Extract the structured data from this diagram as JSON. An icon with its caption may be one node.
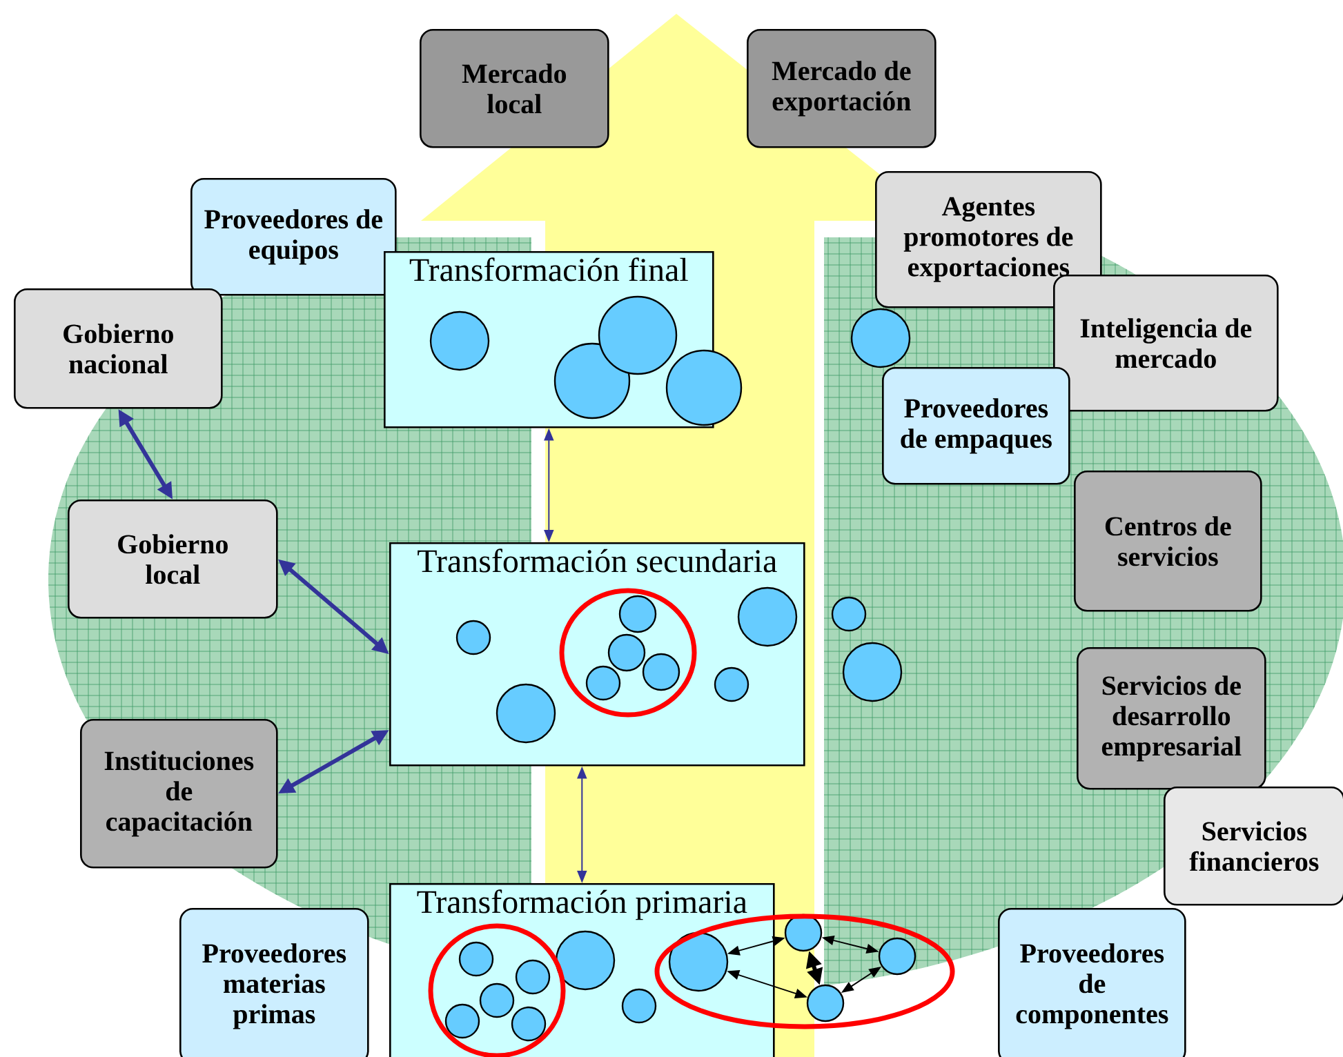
{
  "diagram": {
    "nodes": [
      {
        "text": [
          "Mercado local"
        ]
      },
      {
        "text": [
          "Mercado de exportación"
        ]
      },
      {
        "text": [
          "Proveedores de equipos"
        ]
      },
      {
        "text": [
          "Agentes promotores de exportaciones"
        ]
      },
      {
        "text": [
          "Gobierno nacional"
        ]
      },
      {
        "text": [
          "Transformación final"
        ]
      },
      {
        "text": [
          "Inteligencia de mercado"
        ]
      },
      {
        "text": [
          "Proveedores de empaques"
        ]
      },
      {
        "text": [
          "Gobierno local"
        ]
      },
      {
        "text": [
          "Centros de servicios"
        ]
      },
      {
        "text": [
          "Transformación secundaria"
        ]
      },
      {
        "text": [
          "Instituciones de capacitación"
        ]
      },
      {
        "text": [
          "Servicios de desarrollo empresarial"
        ]
      },
      {
        "text": [
          "Servicios financieros"
        ]
      },
      {
        "text": [
          "Transformación primaria"
        ]
      },
      {
        "text": [
          "Proveedores materias primas"
        ]
      },
      {
        "text": [
          "Proveedores de componentes"
        ]
      },
      {
        "text": [],
        "shape": "circle",
        "in": 14
      },
      {
        "text": [],
        "shape": "circle"
      },
      {
        "text": [],
        "shape": "circle"
      },
      {
        "text": [],
        "shape": "circle"
      },
      {
        "text": [],
        "shape": "circle",
        "in": 5
      },
      {
        "text": [],
        "shape": "circle",
        "in": 5
      },
      {
        "text": [],
        "shape": "circle",
        "in": 5
      },
      {
        "text": [],
        "shape": "circle"
      },
      {
        "text": [],
        "shape": "circle"
      },
      {
        "text": [],
        "shape": "circle",
        "in": 10
      },
      {
        "text": [],
        "shape": "circle",
        "in": 10
      },
      {
        "text": [],
        "shape": "circle",
        "in": 10
      },
      {
        "text": [],
        "shape": "circle",
        "in": 10
      },
      {
        "text": [],
        "shape": "circle",
        "in": 10
      },
      {
        "text": [],
        "shape": "circle",
        "in": 10
      },
      {
        "text": [],
        "shape": "circle",
        "in": 10
      },
      {
        "text": [],
        "shape": "circle",
        "in": 10
      },
      {
        "text": [],
        "shape": "circle"
      },
      {
        "text": [],
        "shape": "circle"
      },
      {
        "text": [],
        "shape": "circle",
        "in": 14
      },
      {
        "text": [],
        "shape": "circle",
        "in": 14
      },
      {
        "text": [],
        "shape": "circle",
        "in": 14
      },
      {
        "text": [],
        "shape": "circle",
        "in": 14
      },
      {
        "text": [],
        "shape": "circle",
        "in": 14
      },
      {
        "text": [],
        "shape": "circle",
        "in": 14
      },
      {
        "text": [],
        "shape": "circle",
        "in": 14
      }
    ],
    "edges": [
      {
        "from": 4,
        "to": 8,
        "arrow": "both",
        "style": "thick",
        "color": "#333399"
      },
      {
        "from": 8,
        "to": 10,
        "arrow": "both",
        "style": "thick",
        "color": "#333399"
      },
      {
        "from": 11,
        "to": 10,
        "arrow": "both",
        "style": "thick",
        "color": "#333399"
      },
      {
        "from": 5,
        "to": 10,
        "arrow": "both",
        "color": "#333399"
      },
      {
        "from": 10,
        "to": 14,
        "arrow": "both",
        "color": "#333399"
      },
      {
        "from": 17,
        "to": 18,
        "arrow": "both",
        "color": "#000000"
      },
      {
        "from": 18,
        "to": 19,
        "arrow": "both",
        "color": "#000000"
      },
      {
        "from": 18,
        "to": 20,
        "arrow": "both",
        "style": "thick",
        "color": "#000000"
      },
      {
        "from": 20,
        "to": 19,
        "arrow": "both",
        "color": "#000000"
      },
      {
        "from": 17,
        "to": 20,
        "arrow": "both",
        "color": "#000000"
      }
    ]
  }
}
